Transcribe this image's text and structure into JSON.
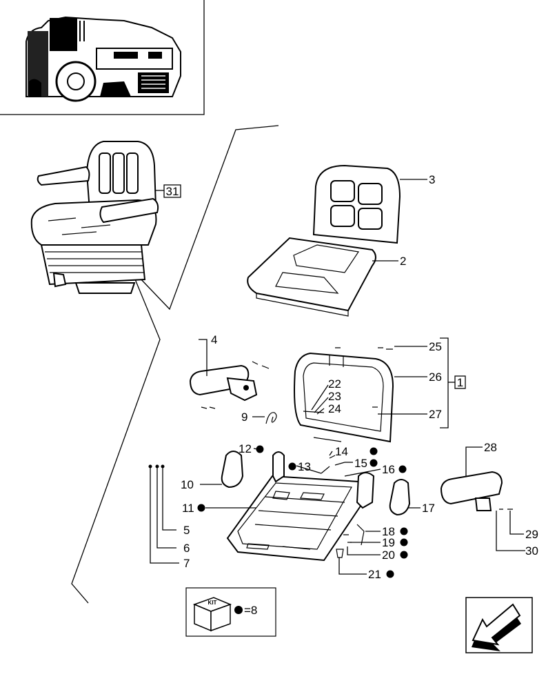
{
  "callouts": [
    {
      "id": "p1",
      "text": "1",
      "boxed": true
    },
    {
      "id": "p2",
      "text": "2"
    },
    {
      "id": "p3",
      "text": "3"
    },
    {
      "id": "p4",
      "text": "4"
    },
    {
      "id": "p5",
      "text": "5"
    },
    {
      "id": "p6",
      "text": "6"
    },
    {
      "id": "p7",
      "text": "7"
    },
    {
      "id": "p9",
      "text": "9"
    },
    {
      "id": "p10",
      "text": "10"
    },
    {
      "id": "p11",
      "text": "11",
      "kit": true
    },
    {
      "id": "p12",
      "text": "12",
      "kit": true
    },
    {
      "id": "p13",
      "text": "13",
      "kit": true
    },
    {
      "id": "p14",
      "text": "14",
      "kit": true
    },
    {
      "id": "p15",
      "text": "15",
      "kit": true
    },
    {
      "id": "p16",
      "text": "16",
      "kit": true
    },
    {
      "id": "p17",
      "text": "17"
    },
    {
      "id": "p18",
      "text": "18",
      "kit": true
    },
    {
      "id": "p19",
      "text": "19",
      "kit": true
    },
    {
      "id": "p20",
      "text": "20",
      "kit": true
    },
    {
      "id": "p21",
      "text": "21",
      "kit": true
    },
    {
      "id": "p22",
      "text": "22"
    },
    {
      "id": "p23",
      "text": "23"
    },
    {
      "id": "p24",
      "text": "24"
    },
    {
      "id": "p25",
      "text": "25"
    },
    {
      "id": "p26",
      "text": "26"
    },
    {
      "id": "p27",
      "text": "27"
    },
    {
      "id": "p28",
      "text": "28"
    },
    {
      "id": "p29",
      "text": "29"
    },
    {
      "id": "p30",
      "text": "30"
    },
    {
      "id": "p31",
      "text": "31",
      "boxed": true
    }
  ],
  "kit_legend": {
    "box_label": "KIT",
    "equals_text": "=8"
  },
  "nav": {
    "icon": "back-arrow-icon"
  }
}
